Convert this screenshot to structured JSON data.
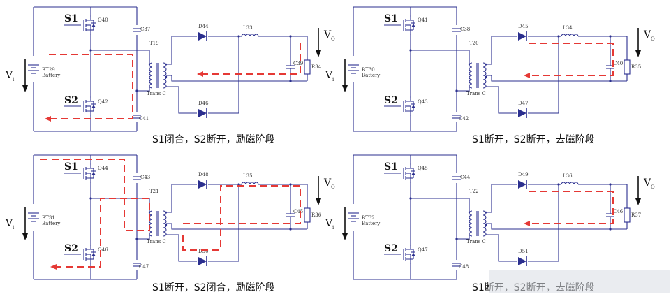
{
  "panels": [
    {
      "id": "tl",
      "s1": "S1",
      "s2": "S2",
      "q_top": "Q40",
      "q_bot": "Q42",
      "c_top": "C37",
      "c_bot": "C41",
      "battery": "BT29",
      "battery_sub": "Battery",
      "vi": "V",
      "vi_sub": "i",
      "transformer": "T19",
      "trans_label": "Trans C",
      "d_top": "D44",
      "d_bot": "D46",
      "inductor": "L33",
      "cap_out": "C39",
      "resistor": "R34",
      "vo": "V",
      "vo_sub": "O",
      "caption": "S1闭合，S2断开，励磁阶段"
    },
    {
      "id": "tr",
      "s1": "S1",
      "s2": "S2",
      "q_top": "Q41",
      "q_bot": "Q43",
      "c_top": "C38",
      "c_bot": "C42",
      "battery": "BT30",
      "battery_sub": "Battery",
      "vi": "V",
      "vi_sub": "i",
      "transformer": "T20",
      "trans_label": "Trans C",
      "d_top": "D45",
      "d_bot": "D47",
      "inductor": "L34",
      "cap_out": "C40",
      "resistor": "R35",
      "vo": "V",
      "vo_sub": "O",
      "caption": "S1断开，S2断开，去磁阶段"
    },
    {
      "id": "bl",
      "s1": "S1",
      "s2": "S2",
      "q_top": "Q44",
      "q_bot": "Q46",
      "c_top": "C43",
      "c_bot": "C47",
      "battery": "BT31",
      "battery_sub": "Battery",
      "vi": "V",
      "vi_sub": "i",
      "transformer": "T21",
      "trans_label": "Trans C",
      "d_top": "D48",
      "d_bot": "D50",
      "inductor": "L35",
      "cap_out": "C45",
      "resistor": "R36",
      "vo": "V",
      "vo_sub": "O",
      "caption": "S1断开，S2闭合，励磁阶段"
    },
    {
      "id": "br",
      "s1": "S1",
      "s2": "S2",
      "q_top": "Q45",
      "q_bot": "Q47",
      "c_top": "C44",
      "c_bot": "C48",
      "battery": "BT32",
      "battery_sub": "Battery",
      "vi": "V",
      "vi_sub": "i",
      "transformer": "T22",
      "trans_label": "Trans C",
      "d_top": "D49",
      "d_bot": "D51",
      "inductor": "L36",
      "cap_out": "C46",
      "resistor": "R37",
      "vo": "V",
      "vo_sub": "O",
      "caption": "S1断开，S2断开，去磁阶段"
    }
  ],
  "colors": {
    "wire": "#2b2f8f",
    "current_path": "#e53935"
  },
  "watermark_blur": true
}
